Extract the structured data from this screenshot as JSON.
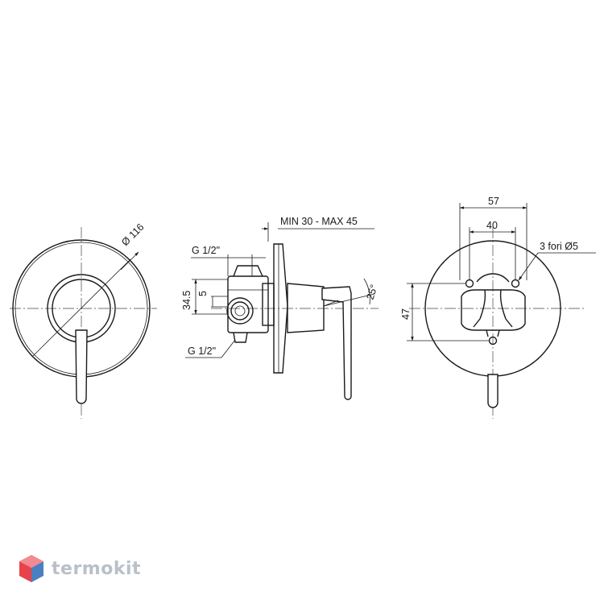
{
  "dimensions": {
    "diameter": "Ø 116",
    "depth": "MIN 30 - MAX 45",
    "inlet_top": "G 1/2\"",
    "inlet_bottom": "G 1/2\"",
    "height_345": "34.5",
    "height_5": "5",
    "angle": "25°",
    "width_57": "57",
    "width_40": "40",
    "height_47": "47",
    "holes": "3 fori Ø5"
  },
  "watermark": {
    "brand": "termokit"
  },
  "colors": {
    "line": "#1a1a1a",
    "logo_red": "#e9424b",
    "logo_blue": "#4a7fc1",
    "logo_text": "#b9c0c8"
  }
}
